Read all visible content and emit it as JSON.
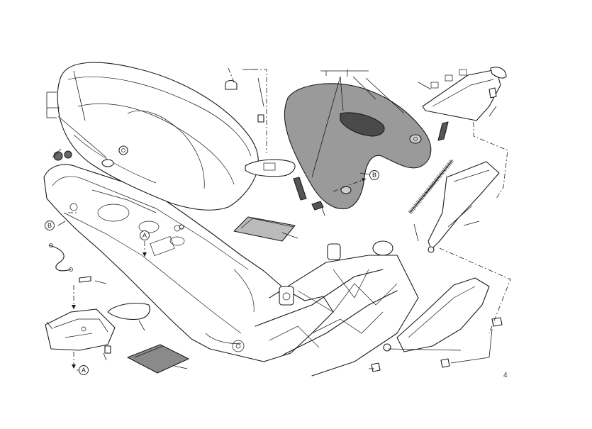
{
  "callouts": {
    "b_left": "B",
    "b_right": "B",
    "a_frame": "A",
    "a_tray": "A"
  },
  "figure_number": "4",
  "colors": {
    "line": "#1a1a1a",
    "cowl_fill": "#9a9a9a",
    "cowl_dark": "#4a4a4a",
    "paper": "#ffffff"
  }
}
